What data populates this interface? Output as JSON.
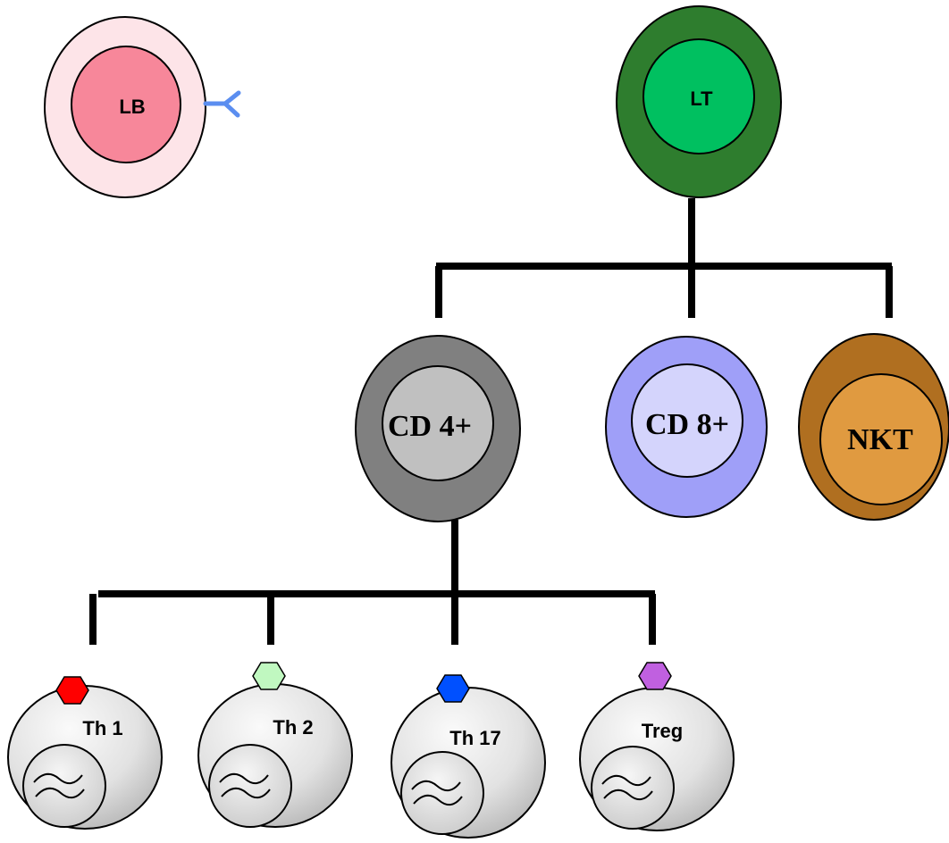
{
  "nodes": {
    "lb": {
      "label": "LB"
    },
    "lt": {
      "label": "LT"
    },
    "cd4": {
      "label": "CD 4+"
    },
    "cd8": {
      "label": "CD 8+"
    },
    "nkt": {
      "label": "NKT"
    },
    "th1": {
      "label": "Th 1"
    },
    "th2": {
      "label": "Th 2"
    },
    "th17": {
      "label": "Th 17"
    },
    "treg": {
      "label": "Treg"
    }
  },
  "colors": {
    "lb_outer": "#fde4e8",
    "lb_inner": "#f7879a",
    "antibody": "#5b8ef0",
    "lt_outer": "#2e7d2e",
    "lt_inner": "#00c060",
    "cd4_outer": "#808080",
    "cd4_inner": "#c0c0c0",
    "cd8_outer": "#9f9ff8",
    "cd8_inner": "#d4d4fc",
    "nkt_outer": "#b06f20",
    "nkt_inner": "#e09a40",
    "th1_marker": "#ff0000",
    "th2_marker": "#c0f8c0",
    "th17_marker": "#0050ff",
    "treg_marker": "#c060e0",
    "connector": "#000000"
  }
}
